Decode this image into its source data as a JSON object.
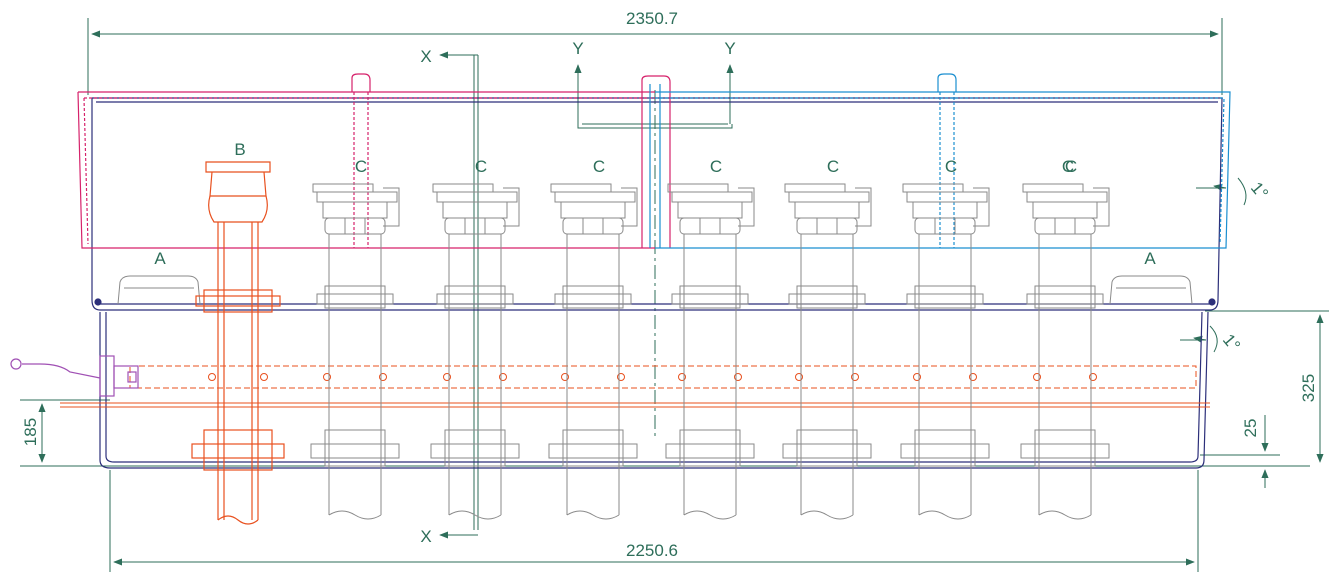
{
  "dimensions": {
    "overall_width": "2350.7",
    "inner_width": "2250.6",
    "height_185": "185",
    "height_325": "325",
    "gap_25": "25",
    "angle_top": "1°",
    "angle_mid": "1°"
  },
  "section_markers": {
    "x_top": "X",
    "x_bottom": "X",
    "y_left": "Y",
    "y_right": "Y"
  },
  "component_tags": {
    "a_left": "A",
    "a_right": "A",
    "b": "B",
    "c_labels": [
      "C",
      "C",
      "C",
      "C",
      "C",
      "C",
      "C",
      "C"
    ]
  },
  "colors": {
    "dimension": "#2e6e5a",
    "enclosure": "#2c2f7a",
    "highlight_red": "#e8501e",
    "cover_magenta": "#d6226b",
    "cover_blue": "#1b8fd0",
    "fitting_gray": "#8a8a8a",
    "cable_purple": "#a050b4"
  }
}
